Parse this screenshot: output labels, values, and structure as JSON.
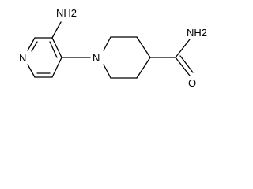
{
  "molecule": {
    "atom_labels": {
      "amine_nh2": "NH2",
      "pyridine_n": "N",
      "piperidine_n": "N",
      "amide_nh2": "NH2",
      "carbonyl_o": "O"
    },
    "bond_color": "#000000"
  }
}
